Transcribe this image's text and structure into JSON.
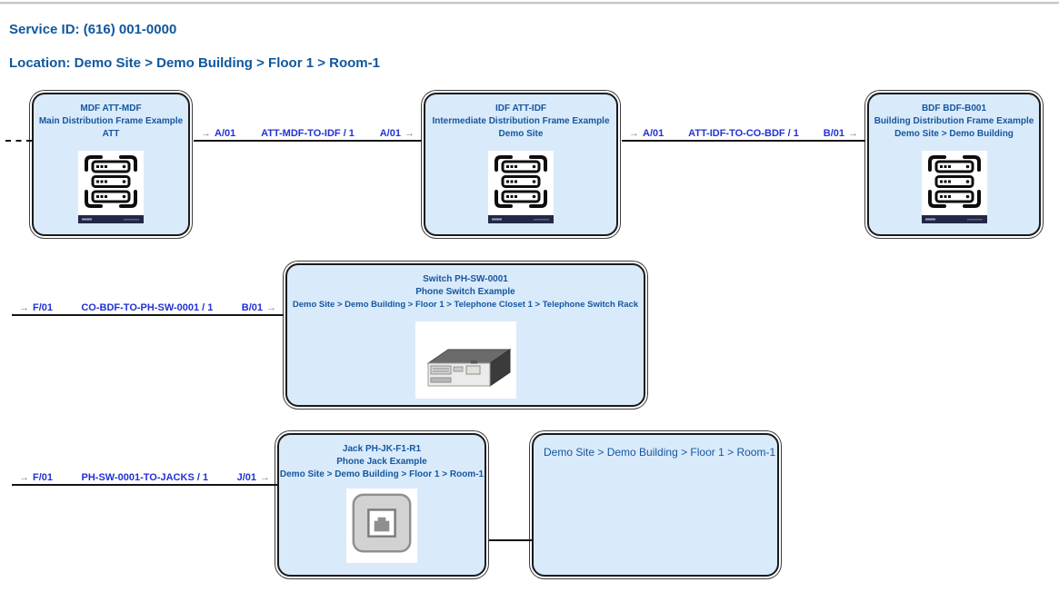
{
  "header": {
    "service_id_label": "Service ID:",
    "service_id_value": "(616) 001-0000",
    "location_label": "Location:",
    "location_value": "Demo Site > Demo Building > Floor 1 > Room-1"
  },
  "glyphs": {
    "arrow_right": "→"
  },
  "nodes": {
    "mdf": {
      "title": "MDF ATT-MDF",
      "description": "Main Distribution Frame Example",
      "location": "ATT",
      "icon": "rack-icon"
    },
    "idf": {
      "title": "IDF ATT-IDF",
      "description": "Intermediate Distribution Frame Example",
      "location": "Demo Site",
      "icon": "rack-icon"
    },
    "bdf": {
      "title": "BDF BDF-B001",
      "description": "Building Distribution Frame Example",
      "location": "Demo Site > Demo Building",
      "icon": "rack-icon"
    },
    "switch": {
      "title": "Switch PH-SW-0001",
      "description": "Phone Switch Example",
      "location": "Demo Site > Demo Building > Floor 1 > Telephone Closet 1 > Telephone Switch Rack",
      "icon": "phone-switch-icon"
    },
    "jack": {
      "title": "Jack PH-JK-F1-R1",
      "description": "Phone Jack Example",
      "location": "Demo Site > Demo Building > Floor 1 > Room-1",
      "icon": "phone-jack-icon"
    },
    "room": {
      "title": "Demo Site > Demo Building > Floor 1 > Room-1"
    }
  },
  "connections": {
    "mdf_to_idf": {
      "from_port": "A/01",
      "name": "ATT-MDF-TO-IDF / 1",
      "to_port": "A/01"
    },
    "idf_to_bdf": {
      "from_port": "A/01",
      "name": "ATT-IDF-TO-CO-BDF / 1",
      "to_port": "B/01"
    },
    "bdf_to_switch": {
      "from_port": "F/01",
      "name": "CO-BDF-TO-PH-SW-0001 / 1",
      "to_port": "B/01"
    },
    "switch_to_jack": {
      "from_port": "F/01",
      "name": "PH-SW-0001-TO-JACKS / 1",
      "to_port": "J/01"
    }
  },
  "colors": {
    "header_text": "#10579d",
    "node_fill": "#d9eafb",
    "node_border": "#1a1a1a",
    "node_text": "#15579d",
    "connection_text": "#2231d6",
    "arrow": "#7a7f88",
    "line": "#141414"
  }
}
